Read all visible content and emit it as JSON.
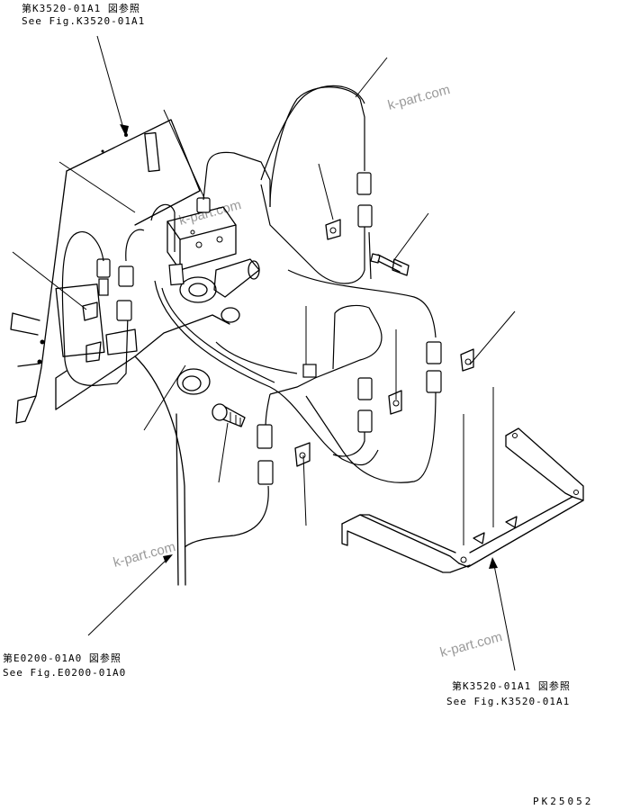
{
  "references": {
    "top_left": {
      "jp": "第K3520-01A1 図参照",
      "en": "See Fig.K3520-01A1"
    },
    "bottom_left": {
      "jp": "第E0200-01A0 図参照",
      "en": "See Fig.E0200-01A0"
    },
    "bottom_right": {
      "jp": "第K3520-01A1 図参照",
      "en": "See Fig.K3520-01A1"
    }
  },
  "watermarks": [
    "k-part.com",
    "k-part.com",
    "k-part.com",
    "k-part.com"
  ],
  "drawing_code": "PK25052",
  "icons": [
    "wiring-harness-icon",
    "bracket-icon",
    "bolt-icon",
    "connector-icon",
    "valve-block-icon"
  ]
}
